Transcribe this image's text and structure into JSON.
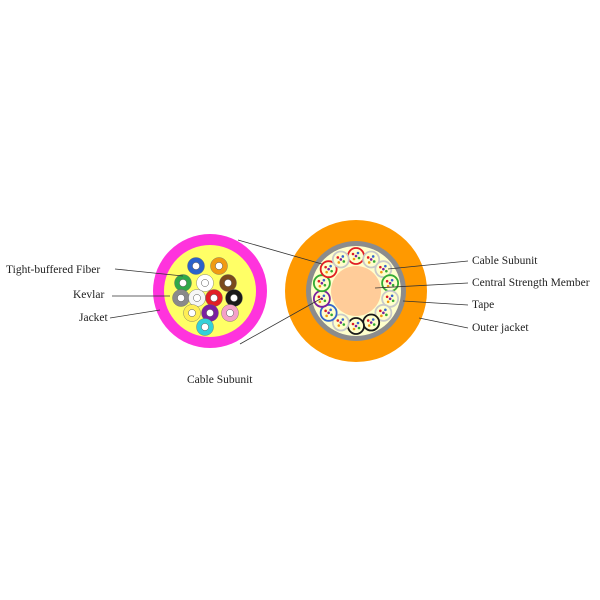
{
  "labels": {
    "tight_buffered_fiber": "Tight-buffered  Fiber",
    "kevlar": "Kevlar",
    "jacket": "Jacket",
    "cable_subunit_caption": "Cable Subunit",
    "cable_subunit": "Cable Subunit",
    "central_strength_member": "Central Strength Member",
    "tape": "Tape",
    "outer_jacket": "Outer jacket"
  },
  "colors": {
    "subunit_jacket": "#ff33dd",
    "kevlar": "#ffff66",
    "outer_jacket": "#ff9900",
    "tape": "#8c8c8c",
    "kevlar_inner": "#ffffcc",
    "central_strength_member": "#ffcc99",
    "leader_line": "#333333"
  },
  "fiber_colors": [
    "#2a62c9",
    "#f09a12",
    "#2fa84a",
    "#ffffff",
    "#7a4a1c",
    "#8a8a8a",
    "#f6f6f6",
    "#e11e24",
    "#1a1a1a",
    "#ffee55",
    "#7a1fa0",
    "#f4a0c8",
    "#33d1d9"
  ],
  "subunit_colors": [
    "#e11e24",
    "#c9c9c9",
    "#c9c9c9",
    "#33aa33",
    "#c9c9c9",
    "#c9c9c9",
    "#1a1a1a",
    "#1a1a1a",
    "#c9c9c9",
    "#3366cc",
    "#7a1fa0",
    "#33aa33",
    "#e11e24",
    "#c9c9c9"
  ]
}
